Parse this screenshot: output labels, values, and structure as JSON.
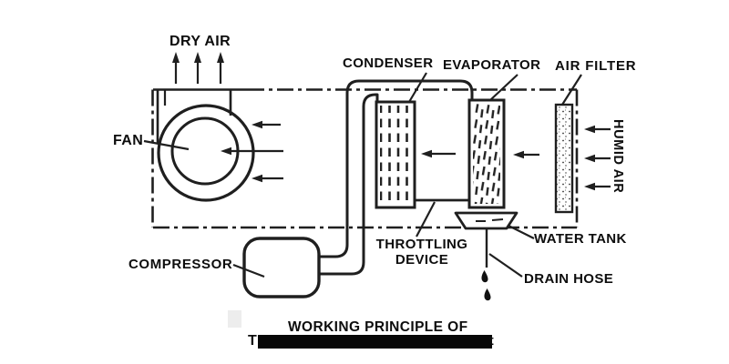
{
  "diagram": {
    "labels": {
      "dry_air": "DRY AIR",
      "fan": "FAN",
      "condenser": "CONDENSER",
      "evaporator": "EVAPORATOR",
      "air_filter": "AIR FILTER",
      "humid_air": "HUMID AIR",
      "water_tank": "WATER TANK",
      "drain_hose": "DRAIN HOSE",
      "throttling_device": "THROTTLING DEVICE",
      "compressor": "COMPRESSOR"
    },
    "caption": {
      "line1": "WORKING PRINCIPLE OF",
      "line2_visible_start": "T",
      "line2_redacted": true,
      "line2_visible_end": "t"
    }
  },
  "colors": {
    "background": "#ffffff",
    "ink": "#1f1f1f",
    "text": "#0d0d0d",
    "redaction": "#070707"
  }
}
